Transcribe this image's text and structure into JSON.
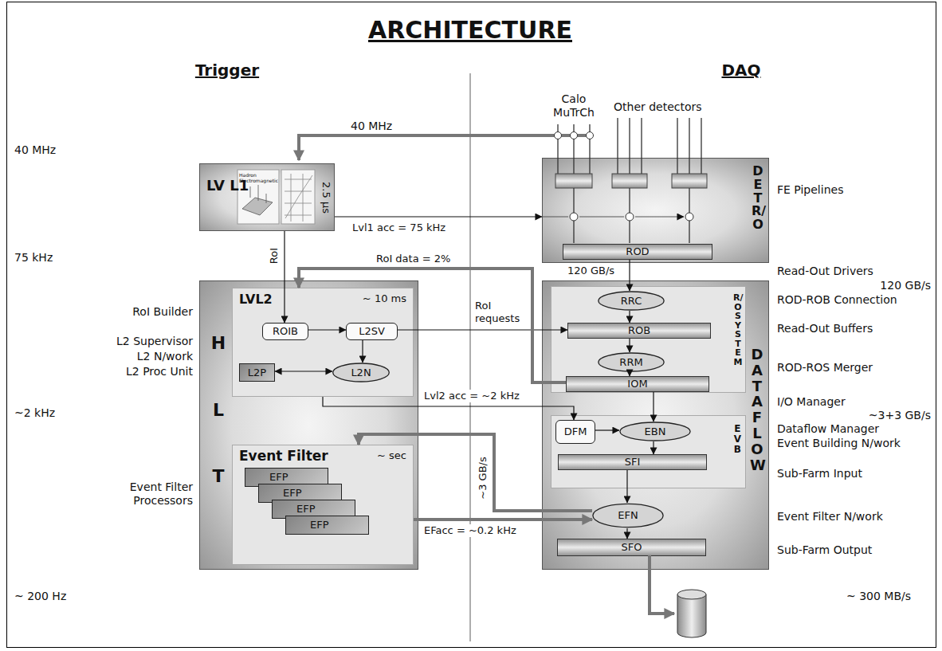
{
  "diagram": {
    "title": "ARCHITECTURE",
    "nodes": [
      {
        "text": [
          "LV L1",
          "2.5 μs"
        ]
      },
      {
        "text": [
          "DET R/O"
        ]
      },
      {
        "text": [
          "ROD"
        ],
        "in": 1
      },
      {
        "text": [
          "H L T"
        ]
      },
      {
        "text": [
          "LVL2",
          "~ 10 ms"
        ],
        "in": 3
      },
      {
        "text": [
          "ROIB"
        ],
        "in": 4
      },
      {
        "text": [
          "L2SV"
        ],
        "in": 4
      },
      {
        "text": [
          "L2P"
        ],
        "in": 4
      },
      {
        "text": [
          "L2N"
        ],
        "in": 4
      },
      {
        "text": [
          "Event Filter",
          "~ sec"
        ],
        "in": 3
      },
      {
        "text": [
          "EFP"
        ],
        "in": 9
      },
      {
        "text": [
          "EFP"
        ],
        "in": 9
      },
      {
        "text": [
          "EFP"
        ],
        "in": 9
      },
      {
        "text": [
          "EFP"
        ],
        "in": 9
      },
      {
        "text": [
          "DATAFLOW"
        ]
      },
      {
        "text": [
          "R/O SYSTEM"
        ],
        "in": 14
      },
      {
        "text": [
          "RRC"
        ],
        "in": 15
      },
      {
        "text": [
          "ROB"
        ],
        "in": 15
      },
      {
        "text": [
          "RRM"
        ],
        "in": 15
      },
      {
        "text": [
          "IOM"
        ],
        "in": 15
      },
      {
        "text": [
          "EVB"
        ],
        "in": 14
      },
      {
        "text": [
          "DFM"
        ],
        "in": 20
      },
      {
        "text": [
          "EBN"
        ],
        "in": 20
      },
      {
        "text": [
          "SFI"
        ],
        "in": 20
      },
      {
        "text": [
          "EFN"
        ],
        "in": 14
      },
      {
        "text": [
          "SFO"
        ],
        "in": 14
      }
    ],
    "edges": [
      {
        "from": 0,
        "to": 1,
        "label": "Lvl1 acc = 75 kHz",
        "arrow": "to"
      },
      {
        "from": 0,
        "to": 5,
        "label": "RoI",
        "arrow": "to"
      },
      {
        "from": 2,
        "to": 16,
        "label": "120 GB/s",
        "arrow": "to"
      },
      {
        "from": 16,
        "to": 17,
        "arrow": "to"
      },
      {
        "from": 17,
        "to": 18,
        "arrow": "to"
      },
      {
        "from": 18,
        "to": 19,
        "arrow": "to"
      },
      {
        "from": 5,
        "to": 6,
        "arrow": "to"
      },
      {
        "from": 6,
        "to": 8,
        "arrow": "to"
      },
      {
        "from": 7,
        "to": 8,
        "arrow": "both"
      },
      {
        "from": 6,
        "to": 17,
        "label": "RoI requests",
        "arrow": "to"
      },
      {
        "from": 19,
        "to": 4,
        "label": "RoI data = 2%",
        "arrow": "to"
      },
      {
        "from": 19,
        "to": 22,
        "arrow": "to"
      },
      {
        "from": 21,
        "to": 22,
        "arrow": "to"
      },
      {
        "from": 22,
        "to": 23,
        "arrow": "to"
      },
      {
        "from": 23,
        "to": 24,
        "arrow": "to"
      },
      {
        "from": 24,
        "to": 9,
        "label": "~3 GB/s",
        "arrow": "to"
      },
      {
        "from": 9,
        "to": 24,
        "label": "EFacc = ~0.2 kHz",
        "arrow": "to"
      },
      {
        "from": 24,
        "to": 25,
        "arrow": "to"
      },
      {
        "from": 4,
        "to": 21,
        "label": "Lvl2 acc = ~2 kHz",
        "arrow": "to"
      }
    ],
    "labels": [
      "Trigger",
      "DAQ",
      "40 MHz",
      "75 kHz",
      "~2 kHz",
      "~ 200 Hz",
      "RoI Builder",
      "L2 Supervisor",
      "L2 N/work",
      "L2 Proc Unit",
      "Event Filter Processors",
      "40 MHz",
      "Calo MuTrCh",
      "Other detectors",
      "Hadron Electromagnetic",
      "FE Pipelines",
      "Read-Out Drivers",
      "120 GB/s",
      "ROD-ROB Connection",
      "Read-Out Buffers",
      "ROD-ROS Merger",
      "I/O Manager",
      "~3+3 GB/s",
      "Dataflow Manager",
      "Event Building N/work",
      "Sub-Farm Input",
      "Event Filter N/work",
      "Sub-Farm Output",
      "~ 300 MB/s"
    ]
  }
}
